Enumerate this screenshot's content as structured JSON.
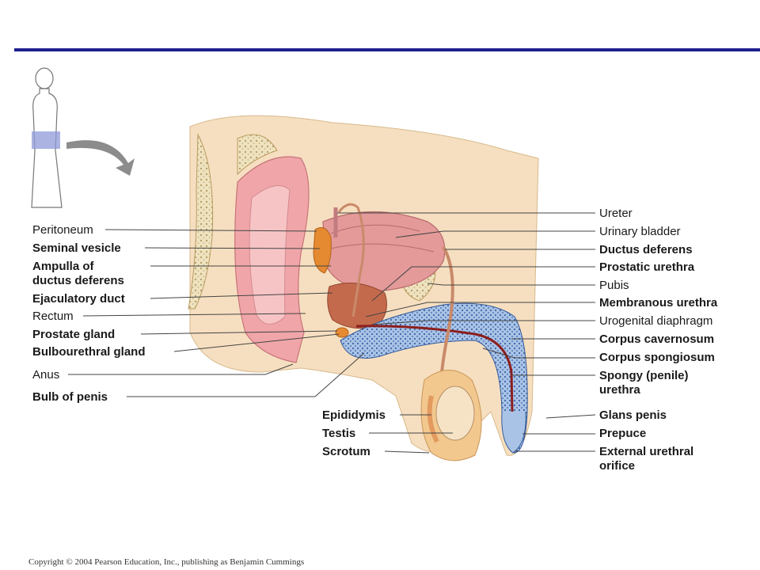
{
  "colors": {
    "rule": "#1f1f8e",
    "skin": "#f5d9b0",
    "bladder": "#e8a2a0",
    "rectum": "#f0a6a8",
    "spongy": "#a9c3e6",
    "prostate": "#c46a4c",
    "vesicle": "#e58a30"
  },
  "left_labels": [
    {
      "text": "Peritoneum",
      "bold": false
    },
    {
      "text": "Seminal vesicle",
      "bold": true
    },
    {
      "text": "Ampulla of",
      "bold": true
    },
    {
      "text": "ductus deferens",
      "bold": true
    },
    {
      "text": "Ejaculatory duct",
      "bold": true
    },
    {
      "text": "Rectum",
      "bold": false
    },
    {
      "text": "Prostate gland",
      "bold": true
    },
    {
      "text": "Bulbourethral gland",
      "bold": true
    },
    {
      "text": "Anus",
      "bold": false
    },
    {
      "text": "Bulb of penis",
      "bold": true
    }
  ],
  "bottom_labels": [
    {
      "text": "Epididymis",
      "bold": true
    },
    {
      "text": "Testis",
      "bold": true
    },
    {
      "text": "Scrotum",
      "bold": true
    }
  ],
  "right_labels": [
    {
      "text": "Ureter",
      "bold": false
    },
    {
      "text": "Urinary bladder",
      "bold": false
    },
    {
      "text": "Ductus deferens",
      "bold": true
    },
    {
      "text": "Prostatic urethra",
      "bold": true
    },
    {
      "text": "Pubis",
      "bold": false
    },
    {
      "text": "Membranous urethra",
      "bold": true
    },
    {
      "text": "Urogenital diaphragm",
      "bold": false
    },
    {
      "text": "Corpus cavernosum",
      "bold": true
    },
    {
      "text": "Corpus spongiosum",
      "bold": true
    },
    {
      "text": "Spongy (penile)",
      "bold": true
    },
    {
      "text": "urethra",
      "bold": true
    },
    {
      "text": "Glans penis",
      "bold": true
    },
    {
      "text": "Prepuce",
      "bold": true
    },
    {
      "text": "External urethral",
      "bold": true
    },
    {
      "text": "orifice",
      "bold": true
    }
  ],
  "copyright": "Copyright © 2004 Pearson Education, Inc., publishing as Benjamin Cummings"
}
